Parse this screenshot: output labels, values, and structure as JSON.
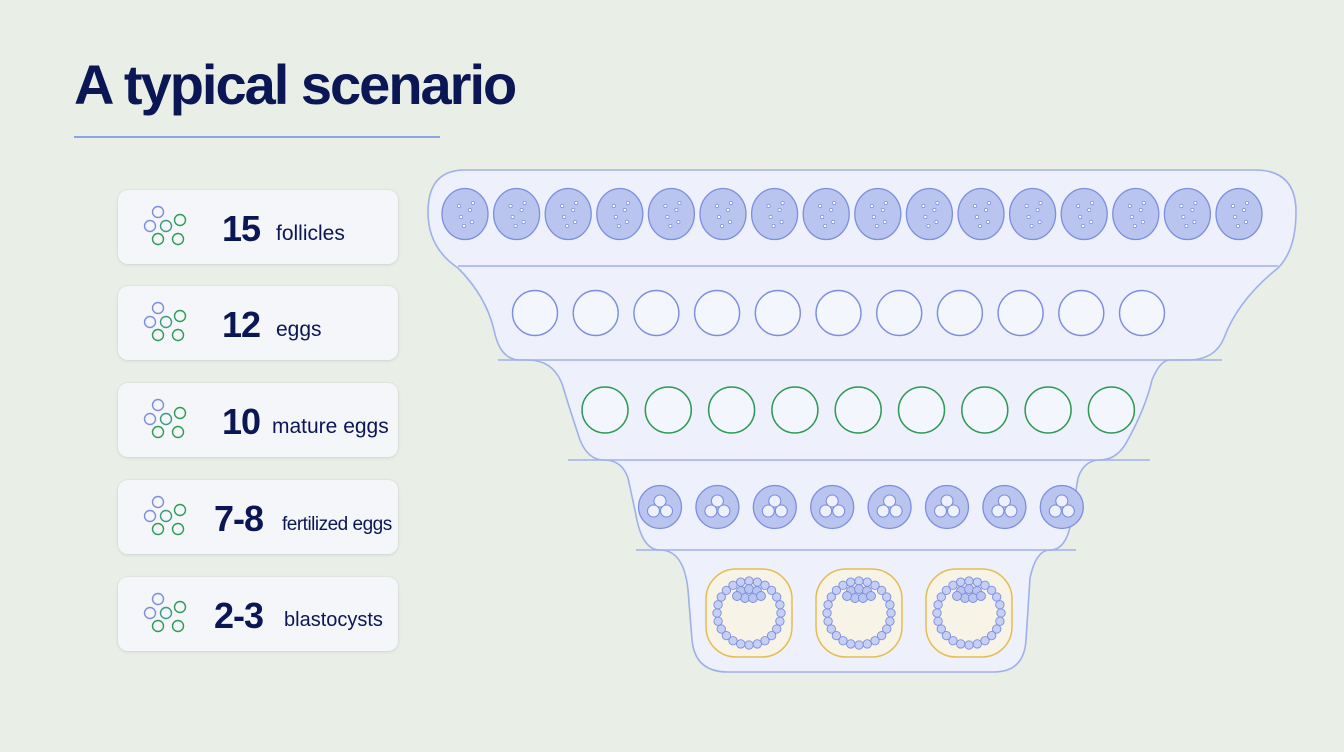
{
  "title": "A typical scenario",
  "colors": {
    "navy": "#0b1655",
    "blue_fill": "#b9c4ef",
    "blue_stroke": "#7b8ee0",
    "green": "#2e9a55",
    "teal": "#3b9a86",
    "gold": "#e3bd54",
    "panel": "#eef1fb"
  },
  "stages": [
    {
      "count": "15",
      "label": "follicles",
      "icon": "cells-icon"
    },
    {
      "count": "12",
      "label": "eggs",
      "icon": "cells-icon"
    },
    {
      "count": "10",
      "label": "mature eggs",
      "icon": "cells-icon"
    },
    {
      "count": "7-8",
      "label": "fertilized eggs",
      "icon": "cells-icon"
    },
    {
      "count": "2-3",
      "label": "blastocysts",
      "icon": "cells-icon"
    }
  ],
  "funnel_rows": [
    {
      "kind": "follicle",
      "n": 16
    },
    {
      "kind": "egg",
      "n": 11
    },
    {
      "kind": "mature-egg",
      "n": 9
    },
    {
      "kind": "fertilized-egg",
      "n": 8
    },
    {
      "kind": "blastocyst",
      "n": 3
    }
  ]
}
